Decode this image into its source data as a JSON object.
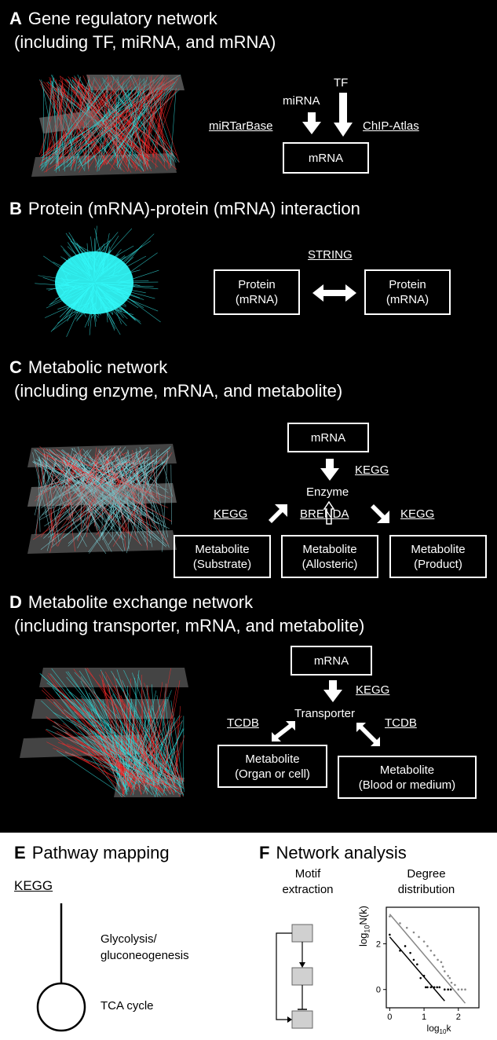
{
  "panelA": {
    "letter": "A",
    "title_line1": "Gene regulatory network",
    "title_line2": "(including TF, miRNA, and mRNA)",
    "tf": "TF",
    "mirna": "miRNA",
    "mirtarbase": "miRTarBase",
    "chipatlas": "ChIP-Atlas",
    "mrna": "mRNA"
  },
  "panelB": {
    "letter": "B",
    "title": "Protein (mRNA)-protein (mRNA) interaction",
    "string": "STRING",
    "protein_left_l1": "Protein",
    "protein_left_l2": "(mRNA)",
    "protein_right_l1": "Protein",
    "protein_right_l2": "(mRNA)"
  },
  "panelC": {
    "letter": "C",
    "title_line1": "Metabolic network",
    "title_line2": "(including enzyme, mRNA, and metabolite)",
    "mrna": "mRNA",
    "kegg_top": "KEGG",
    "enzyme": "Enzyme",
    "kegg_left": "KEGG",
    "brenda": "BRENDA",
    "kegg_right": "KEGG",
    "met_substrate_l1": "Metabolite",
    "met_substrate_l2": "(Substrate)",
    "met_allosteric_l1": "Metabolite",
    "met_allosteric_l2": "(Allosteric)",
    "met_product_l1": "Metabolite",
    "met_product_l2": "(Product)"
  },
  "panelD": {
    "letter": "D",
    "title_line1": "Metabolite exchange network",
    "title_line2": "(including transporter, mRNA, and metabolite)",
    "mrna": "mRNA",
    "kegg": "KEGG",
    "transporter": "Transporter",
    "tcdb_left": "TCDB",
    "tcdb_right": "TCDB",
    "met_organ_l1": "Metabolite",
    "met_organ_l2": "(Organ or cell)",
    "met_blood_l1": "Metabolite",
    "met_blood_l2": "(Blood or medium)"
  },
  "panelE": {
    "letter": "E",
    "title": "Pathway mapping",
    "kegg": "KEGG",
    "glycolysis_l1": "Glycolysis/",
    "glycolysis_l2": "gluconeogenesis",
    "tca": "TCA cycle"
  },
  "panelF": {
    "letter": "F",
    "title": "Network analysis",
    "motif_l1": "Motif",
    "motif_l2": "extraction",
    "degree_l1": "Degree",
    "degree_l2": "distribution"
  },
  "chart_data": {
    "type": "scatter",
    "title": "",
    "xlabel": "log10k",
    "ylabel": "log10N(k)",
    "xlim": [
      -0.1,
      2.6
    ],
    "ylim": [
      -0.8,
      3.6
    ],
    "xticks": [
      "0",
      "1",
      "2"
    ],
    "yticks": [
      "0",
      "2"
    ],
    "series": [
      {
        "color": "#000000",
        "points": [
          [
            0,
            2.4
          ],
          [
            0.3,
            1.7
          ],
          [
            0.45,
            1.9
          ],
          [
            0.6,
            1.6
          ],
          [
            0.7,
            1.3
          ],
          [
            0.8,
            1.1
          ],
          [
            0.9,
            0.5
          ],
          [
            1.0,
            0.6
          ],
          [
            1.05,
            0.1
          ],
          [
            1.1,
            0.1
          ],
          [
            1.2,
            0.1
          ],
          [
            1.3,
            0.1
          ],
          [
            1.38,
            0.1
          ],
          [
            1.45,
            0.1
          ],
          [
            1.6,
            0
          ],
          [
            1.7,
            0
          ],
          [
            1.78,
            0
          ]
        ],
        "fit": [
          [
            0,
            2.3
          ],
          [
            1.6,
            -0.5
          ]
        ]
      },
      {
        "color": "#888888",
        "points": [
          [
            0,
            3.2
          ],
          [
            0.3,
            2.9
          ],
          [
            0.5,
            2.7
          ],
          [
            0.7,
            2.5
          ],
          [
            0.85,
            2.3
          ],
          [
            1.0,
            2.1
          ],
          [
            1.1,
            1.9
          ],
          [
            1.2,
            1.7
          ],
          [
            1.3,
            1.5
          ],
          [
            1.4,
            1.3
          ],
          [
            1.5,
            1.2
          ],
          [
            1.55,
            1.0
          ],
          [
            1.6,
            0.8
          ],
          [
            1.7,
            0.6
          ],
          [
            1.75,
            0.5
          ],
          [
            1.8,
            0.3
          ],
          [
            1.9,
            0.2
          ],
          [
            2.0,
            0
          ],
          [
            2.1,
            0
          ],
          [
            2.2,
            0
          ]
        ],
        "fit": [
          [
            0,
            3.3
          ],
          [
            2.2,
            -0.6
          ]
        ]
      }
    ]
  }
}
